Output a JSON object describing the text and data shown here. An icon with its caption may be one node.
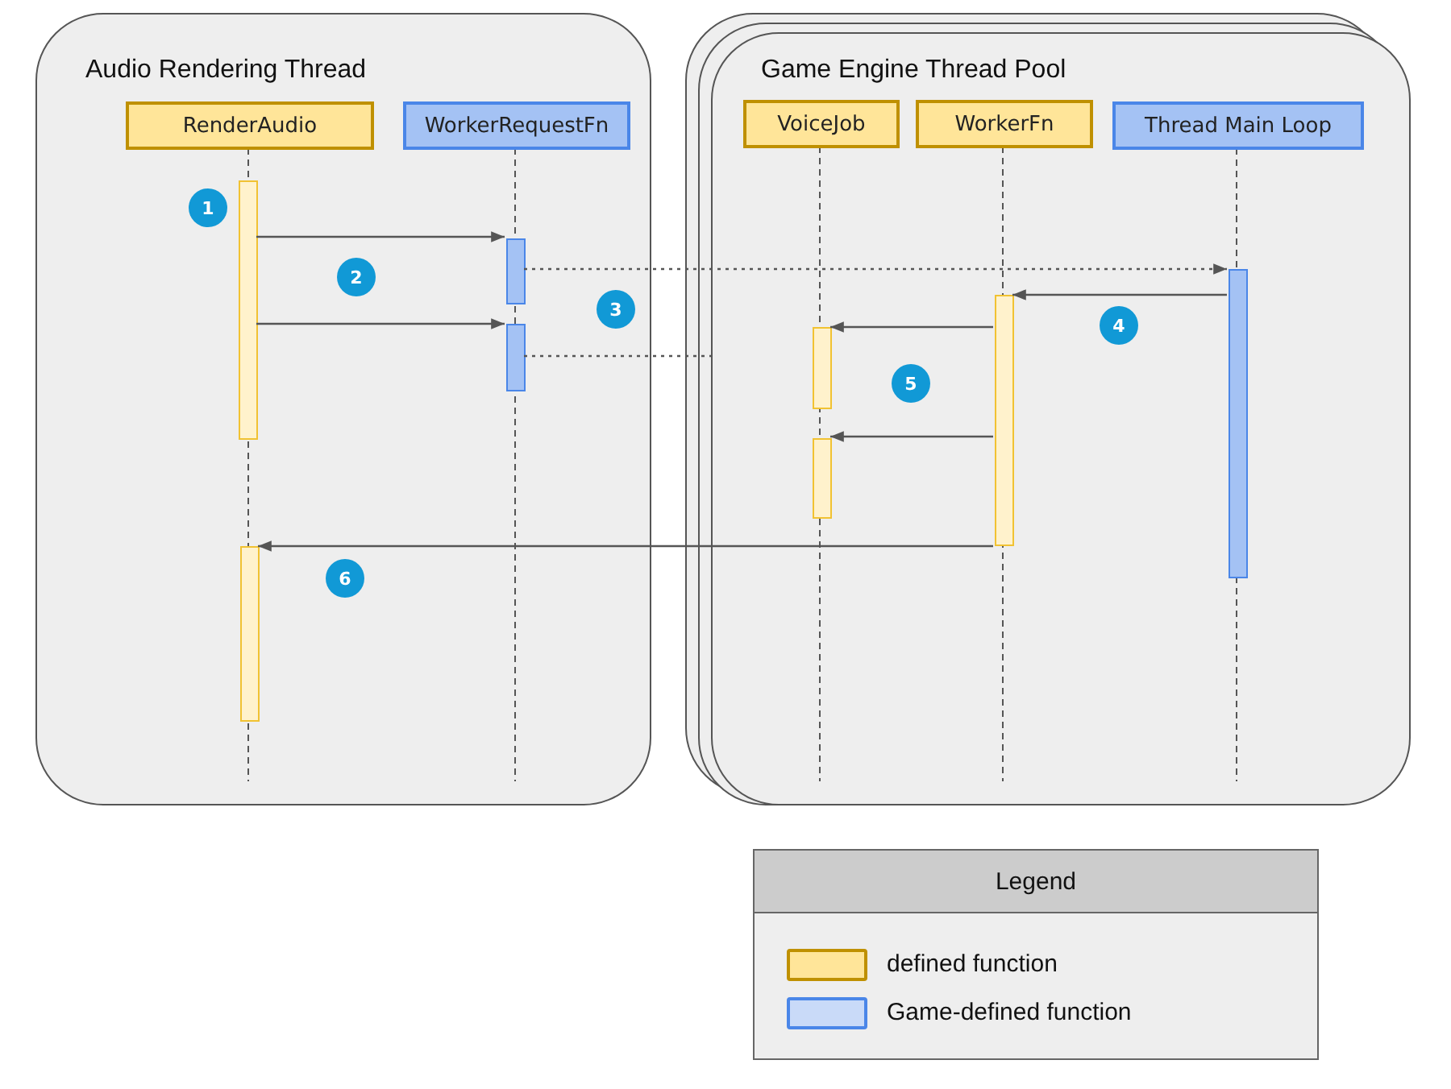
{
  "diagram": {
    "nodes": [
      {
        "text": [
          "Audio Rendering Thread"
        ]
      },
      {
        "text": [
          "RenderAudio"
        ],
        "in": 0
      },
      {
        "text": [
          "WorkerRequestFn"
        ],
        "in": 0
      },
      {
        "text": [
          "Game Engine Thread Pool"
        ]
      },
      {
        "text": [
          "VoiceJob"
        ],
        "in": 3
      },
      {
        "text": [
          "WorkerFn"
        ],
        "in": 3
      },
      {
        "text": [
          "Thread Main Loop"
        ],
        "in": 3
      },
      {
        "text": [],
        "shape": "bar",
        "in": 0
      },
      {
        "text": [],
        "shape": "bar",
        "in": 0
      },
      {
        "text": [],
        "shape": "bar",
        "in": 0
      },
      {
        "text": [],
        "shape": "bar",
        "in": 0
      },
      {
        "text": [],
        "shape": "bar",
        "in": 3
      },
      {
        "text": [],
        "shape": "bar",
        "in": 3
      },
      {
        "text": [],
        "shape": "bar",
        "in": 3
      },
      {
        "text": [],
        "shape": "bar",
        "in": 3
      }
    ],
    "edges": [
      {
        "from": 7,
        "to": 9,
        "arrow": "to"
      },
      {
        "from": 7,
        "to": 10,
        "arrow": "to"
      },
      {
        "from": 9,
        "to": 14,
        "arrow": "to",
        "style": "dashed"
      },
      {
        "from": 10,
        "to": 3,
        "arrow": "none",
        "style": "dashed"
      },
      {
        "from": 14,
        "to": 13,
        "arrow": "to"
      },
      {
        "from": 13,
        "to": 11,
        "arrow": "to"
      },
      {
        "from": 13,
        "to": 12,
        "arrow": "to"
      },
      {
        "from": 13,
        "to": 8,
        "arrow": "to"
      }
    ],
    "labels": [
      "1",
      "2",
      "3",
      "4",
      "5",
      "6",
      "Legend"
    ],
    "legend": [
      {
        "text": "defined function",
        "color": "#ffe599"
      },
      {
        "text": "Game-defined function",
        "color": "#c9daf8"
      }
    ]
  }
}
